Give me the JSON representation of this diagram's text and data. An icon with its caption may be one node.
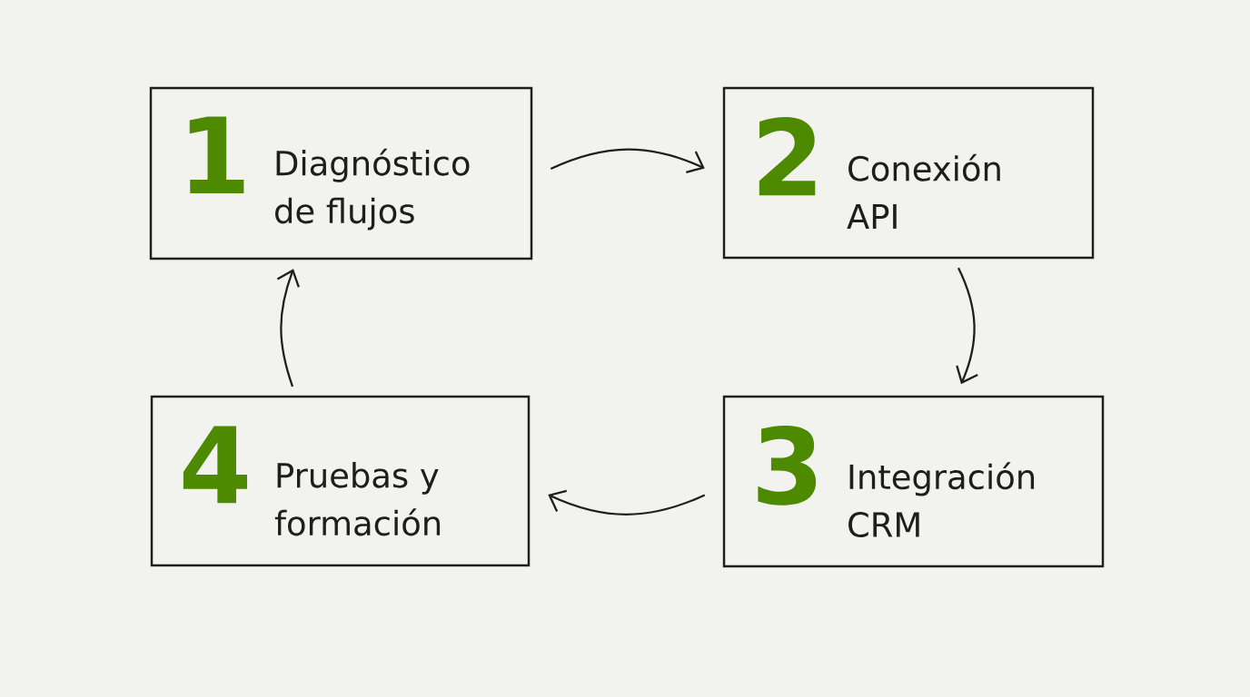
{
  "diagram": {
    "nodes": [
      {
        "text": [
          "1",
          "Diagnóstico de flujos"
        ]
      },
      {
        "text": [
          "2",
          "Conexión API"
        ]
      },
      {
        "text": [
          "3",
          "Integración CRM"
        ]
      },
      {
        "text": [
          "4",
          "Pruebas y formación"
        ]
      }
    ],
    "edges": [
      {
        "from": 0,
        "to": 1,
        "arrow": "to"
      },
      {
        "from": 1,
        "to": 2,
        "arrow": "to"
      },
      {
        "from": 2,
        "to": 3,
        "arrow": "to"
      },
      {
        "from": 3,
        "to": 0,
        "arrow": "to"
      }
    ]
  }
}
